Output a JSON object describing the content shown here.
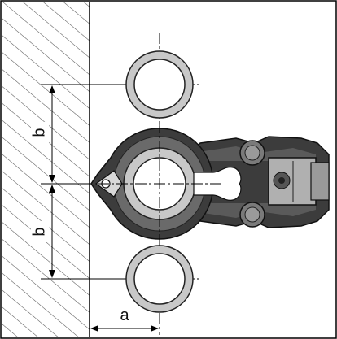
{
  "dimensions": {
    "b_upper": "b",
    "b_lower": "b",
    "a": "a"
  },
  "colors": {
    "frame": "#000000",
    "hatch": "#444444",
    "ring_fill": "#c8c8c8",
    "ring_stroke": "#222222",
    "tool_dark": "#3c3c3c",
    "tool_mid": "#6a6a6a",
    "tool_light": "#a8a8a8",
    "background": "#ffffff"
  }
}
